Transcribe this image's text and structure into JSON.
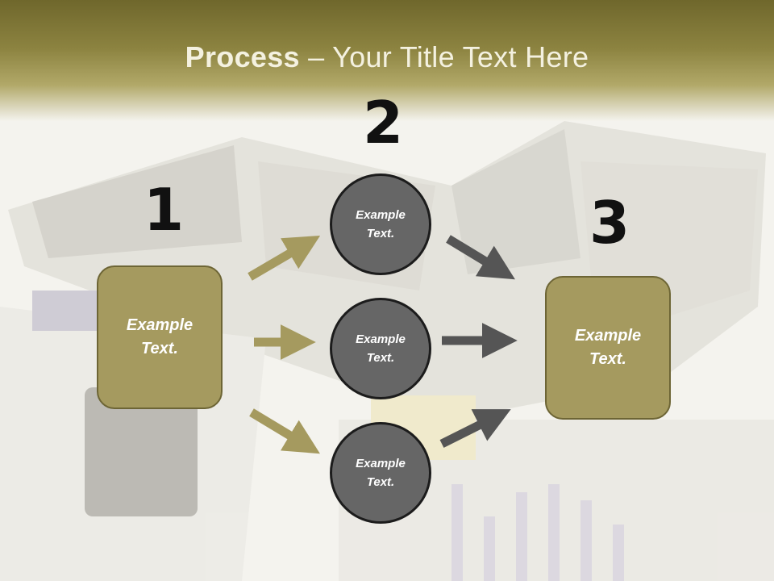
{
  "title": {
    "bold": "Process",
    "rest": " – Your Title Text Here"
  },
  "colors": {
    "box_fill": "#a59a5f",
    "circle_fill": "#666666",
    "arrow_olive": "#a59a5f",
    "arrow_gray": "#555555",
    "header": "#8c8340"
  },
  "steps": [
    {
      "number": "1",
      "text": "Example Text."
    },
    {
      "number": "2",
      "items": [
        "Example Text.",
        "Example Text.",
        "Example Text."
      ]
    },
    {
      "number": "3",
      "text": "Example Text."
    }
  ]
}
